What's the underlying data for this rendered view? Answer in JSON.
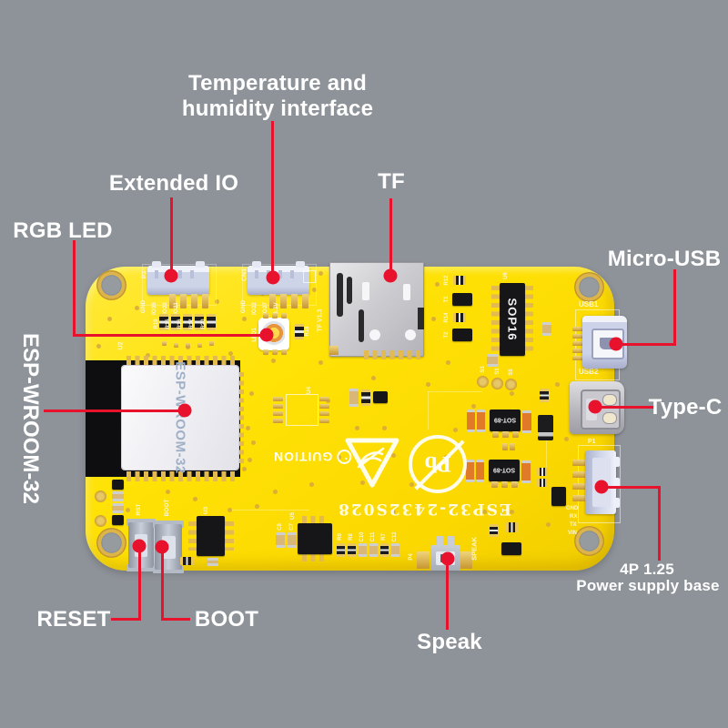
{
  "colors": {
    "background": "#8e9399",
    "board_yellow": "#ffe206",
    "accent_red": "#e8122d",
    "silkscreen": "#fdf6d2"
  },
  "callouts": {
    "temp_humidity": {
      "line1": "Temperature and",
      "line2": "humidity interface"
    },
    "extended_io": {
      "label": "Extended IO"
    },
    "rgb_led": {
      "label": "RGB LED"
    },
    "esp_wroom": {
      "label": "ESP-WROOM-32"
    },
    "tf": {
      "label": "TF"
    },
    "micro_usb": {
      "label": "Micro-USB"
    },
    "type_c": {
      "label": "Type-C"
    },
    "power_4p": {
      "line1": "4P 1.25",
      "line2": "Power supply base"
    },
    "reset": {
      "label": "RESET"
    },
    "boot": {
      "label": "BOOT"
    },
    "speak": {
      "label": "Speak"
    }
  },
  "board": {
    "model_text": "ESP32-2432S028",
    "brand_text": "GUITION",
    "pb_text": "Pb",
    "module_label": "ESP-WROOM-32",
    "silkscreen": {
      "p3": "P3",
      "cn1": "CN1",
      "p3_pins": [
        "GND",
        "IO35",
        "IO22",
        "IO21"
      ],
      "cn1_pins": [
        "GND",
        "IO22",
        "IO27",
        "3.3V"
      ],
      "resistor_row": [
        "R19",
        "R15",
        "R16",
        "R17",
        "R20"
      ],
      "r18": "R18",
      "led1": "LED1",
      "tf_version": "TF V1.3",
      "u2": "U2",
      "u3": "U3",
      "u4": "U4",
      "u5": "U5",
      "u6": "U6",
      "sop16": "SOP16",
      "sot89": "SOT-89",
      "usb1": "USB1",
      "usb2": "USB2",
      "p1": "P1",
      "p1_pins": [
        "GND",
        "RX",
        "TX",
        "VIN"
      ],
      "p4": "P4",
      "speak": "SPEAK",
      "rst": "RST",
      "boot": "BOOT",
      "t_column": [
        "R12",
        "T1",
        "R14",
        "T2"
      ],
      "cap_pair": [
        "C8",
        "C7"
      ],
      "bottom_row": [
        "R9",
        "R8",
        "C10",
        "C11",
        "R7",
        "C12"
      ],
      "test_points": [
        "S3",
        "S1",
        "S5"
      ],
      "other_refs": [
        "C1",
        "C2",
        "C3",
        "C4",
        "C5",
        "C9",
        "C13",
        "C14",
        "C15",
        "C16",
        "C17",
        "R1",
        "R2",
        "R5",
        "R6",
        "R10",
        "R11",
        "R13",
        "R22",
        "R23",
        "D1",
        "U1",
        "U7",
        "Q1",
        "Q2",
        "S2",
        "S4"
      ]
    }
  }
}
